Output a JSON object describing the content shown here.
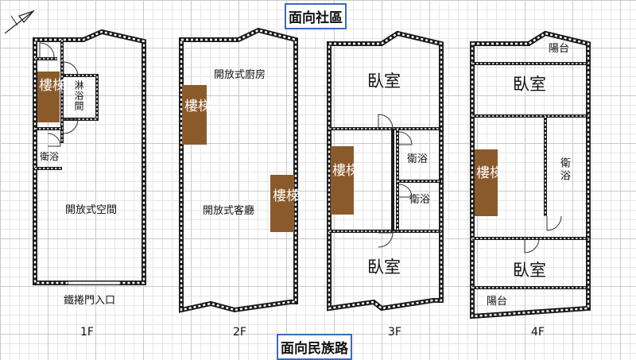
{
  "signs": {
    "top": "面向社區",
    "bottom": "面向民族路"
  },
  "colors": {
    "stair": "#8b5a2b",
    "wall": "#1a1a1a",
    "grid": "#c9c9c9",
    "sign_border": "#3a6ab8"
  },
  "icons": {
    "compass": "north-arrow-icon"
  },
  "floors": [
    {
      "level": "1F",
      "rooms": {
        "stair": "樓梯",
        "shower": "淋浴間",
        "bath": "衛浴",
        "space": "開放式空間",
        "entrance": "鐵捲門入口"
      }
    },
    {
      "level": "2F",
      "rooms": {
        "kitchen": "開放式廚房",
        "stair_upper": "樓梯",
        "living": "開放式客廳",
        "stair_lower": "樓梯"
      }
    },
    {
      "level": "3F",
      "rooms": {
        "bedroom_top": "臥室",
        "stair": "樓梯",
        "bath_1": "衛浴",
        "bath_2": "衛浴",
        "bedroom_bottom": "臥室"
      }
    },
    {
      "level": "4F",
      "rooms": {
        "balcony_top": "陽台",
        "bedroom_top": "臥室",
        "stair": "樓梯",
        "bath": "衛浴",
        "bedroom_bottom": "臥室",
        "balcony_bottom": "陽台"
      }
    }
  ]
}
